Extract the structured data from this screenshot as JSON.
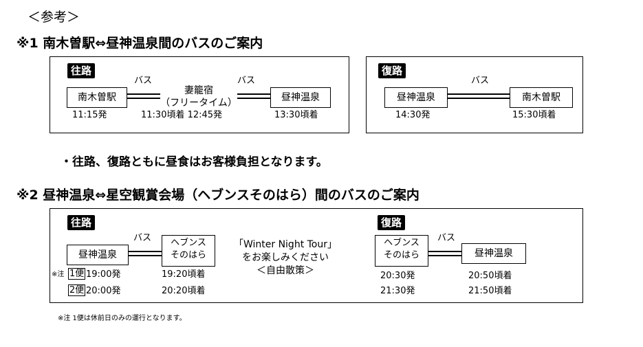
{
  "ref_title": "＜参考＞",
  "section1": {
    "title": "※1  南木曽駅⇔昼神温泉間のバスのご案内",
    "outbound": {
      "tag": "往路",
      "from": "南木曽駅",
      "from_time": "11:15発",
      "bus1": "バス",
      "via_name": "妻籠宿",
      "via_note": "（フリータイム）",
      "via_time": "11:30頃着 12:45発",
      "bus2": "バス",
      "to": "昼神温泉",
      "to_time": "13:30頃着"
    },
    "return": {
      "tag": "復路",
      "from": "昼神温泉",
      "from_time": "14:30発",
      "bus": "バス",
      "to": "南木曽駅",
      "to_time": "15:30頃着"
    },
    "lunch_note": "・往路、復路ともに昼食はお客様負担となります。"
  },
  "section2": {
    "title": "※2  昼神温泉⇔星空観賞会場（ヘブンスそのはら）間のバスのご案内",
    "outbound": {
      "tag": "往路",
      "bus": "バス",
      "from": "昼神温泉",
      "to_line1": "ヘブンス",
      "to_line2": "そのはら",
      "note_mark": "※注",
      "trip1_label": "1便",
      "trip1_dep": "19:00発",
      "trip1_arr": "19:20頃着",
      "trip2_label": "2便",
      "trip2_dep": "20:00発",
      "trip2_arr": "20:20頃着"
    },
    "event_line1": "「Winter Night Tour」",
    "event_line2": "をお楽しみください",
    "event_line3": "＜自由散策＞",
    "return": {
      "tag": "復路",
      "bus": "バス",
      "from_line1": "ヘブンス",
      "from_line2": "そのはら",
      "to": "昼神温泉",
      "trip1_dep": "20:30発",
      "trip1_arr": "20:50頃着",
      "trip2_dep": "21:30発",
      "trip2_arr": "21:50頃着"
    }
  },
  "footnote": "※注  1便は休前日のみの運行となります。"
}
